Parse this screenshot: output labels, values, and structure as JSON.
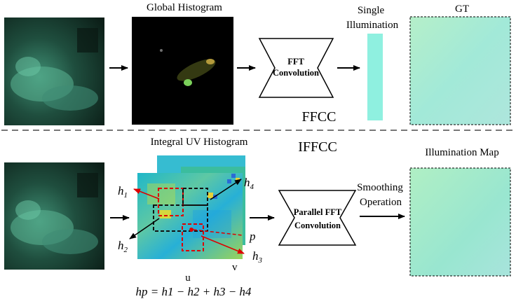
{
  "top": {
    "histogram_label": "Global Histogram",
    "fft_label_line1": "FFT",
    "fft_label_line2": "Convolution",
    "single_label_line1": "Single",
    "single_label_line2": "Illumination",
    "gt_label": "GT",
    "method_name": "FFCC"
  },
  "bottom": {
    "method_name": "IFFCC",
    "histogram_label": "Integral UV Histogram",
    "parallel_label_line1": "Parallel FFT",
    "parallel_label_line2": "Convolution",
    "smoothing_label_line1": "Smoothing",
    "smoothing_label_line2": "Operation",
    "map_label": "Illumination Map",
    "h1": "h",
    "h1_sub": "1",
    "h2": "h",
    "h2_sub": "2",
    "h3": "h",
    "h3_sub": "3",
    "h4": "h",
    "h4_sub": "4",
    "p_label": "p",
    "u_axis": "u",
    "v_axis": "v",
    "formula": "hp = h1 − h2 + h3 − h4"
  },
  "colors": {
    "single_illumination": "#8ff0e0",
    "gt_fill": "#a7ecd6",
    "illumination_map_fill": "#9fe8cf",
    "red_box": "#dd0000",
    "black_box": "#111111"
  }
}
